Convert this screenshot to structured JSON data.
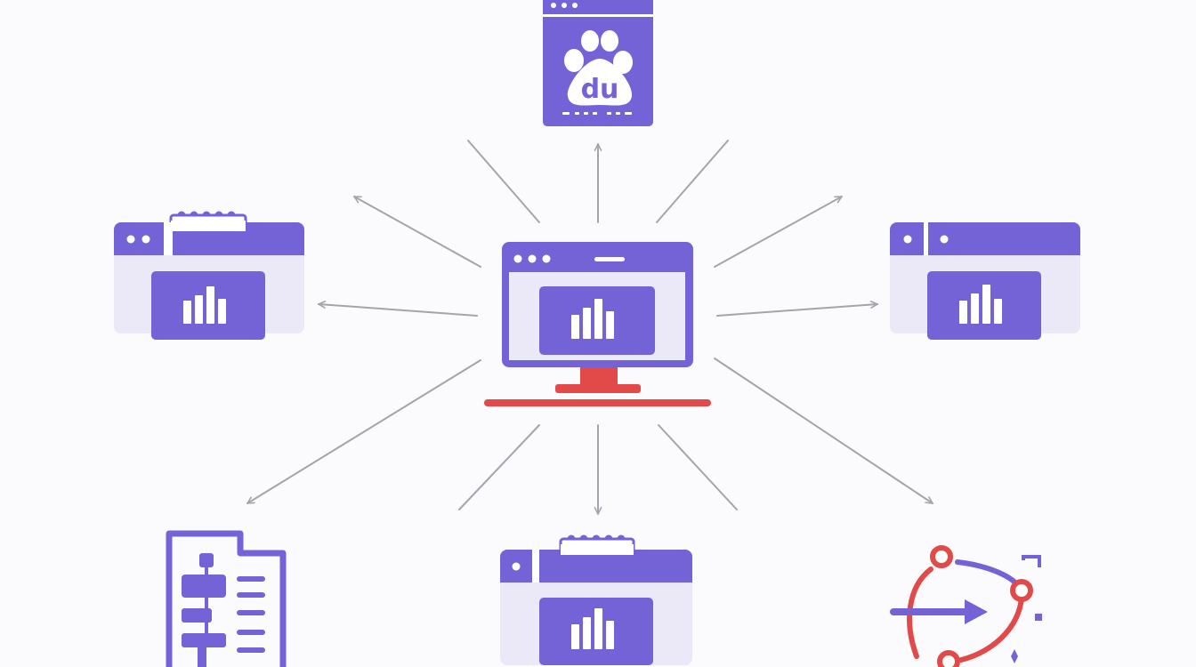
{
  "colors": {
    "primary": "#7363d6",
    "primary_light": "#ebe8f8",
    "accent": "#e24a4a",
    "arrow": "#a4a4ac",
    "background": "#fbfbfd",
    "white": "#ffffff"
  },
  "center": {
    "icon": "monitor-with-bar-chart-icon"
  },
  "nodes": [
    {
      "id": "baidu",
      "icon": "baidu-paw-icon",
      "logo_text": "du"
    },
    {
      "id": "left-browser",
      "icon": "browser-bar-chart-icon"
    },
    {
      "id": "right-browser",
      "icon": "browser-bar-chart-icon"
    },
    {
      "id": "bottom-browser",
      "icon": "browser-bar-chart-icon"
    },
    {
      "id": "sitemap-document",
      "icon": "sitemap-document-icon"
    },
    {
      "id": "conversion-funnel",
      "icon": "conversion-arrow-icon"
    }
  ]
}
